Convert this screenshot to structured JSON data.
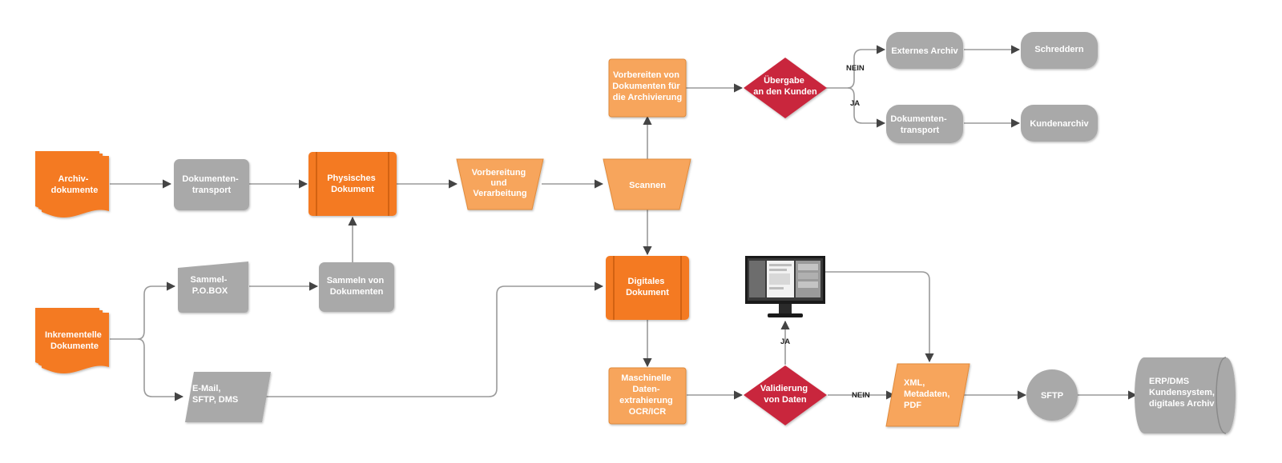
{
  "colors": {
    "orange_dark": "#f47a20",
    "orange_light": "#f7a55c",
    "gray_node": "#a9a9a9",
    "red_decision": "#c9283c",
    "connector": "#9a9a9a"
  },
  "nodes": {
    "archivdokumente": [
      "Archiv-",
      "dokumente"
    ],
    "dokumententransport_1": [
      "Dokumenten-",
      "transport"
    ],
    "physisches_dokument": [
      "Physisches",
      "Dokument"
    ],
    "vorbereitung": [
      "Vorbereitung",
      "und",
      "Verarbeitung"
    ],
    "scannen": [
      "Scannen"
    ],
    "vorbereiten_archivierung": [
      "Vorbereiten von",
      "Dokumenten für",
      "die Archivierung"
    ],
    "uebergabe_kunden": [
      "Übergabe",
      "an den Kunden"
    ],
    "externes_archiv": [
      "Externes Archiv"
    ],
    "schreddern": [
      "Schreddern"
    ],
    "dokumententransport_2": [
      "Dokumenten-",
      "transport"
    ],
    "kundenarchiv": [
      "Kundenarchiv"
    ],
    "inkrementelle_dokumente": [
      "Inkrementelle",
      "Dokumente"
    ],
    "sammel_pobox": [
      "Sammel-",
      "P.O.BOX"
    ],
    "sammeln_von_dokumenten": [
      "Sammeln von",
      "Dokumenten"
    ],
    "email_sftp_dms": [
      "E-Mail,",
      "SFTP, DMS"
    ],
    "digitales_dokument": [
      "Digitales",
      "Dokument"
    ],
    "maschinelle_extraktion": [
      "Maschinelle",
      "Daten-",
      "extrahierung",
      "OCR/ICR"
    ],
    "validierung": [
      "Validierung",
      "von Daten"
    ],
    "xml_metadaten_pdf": [
      "XML,",
      "Metadaten,",
      "PDF"
    ],
    "sftp": [
      "SFTP"
    ],
    "erp_dms": [
      "ERP/DMS",
      "Kundensystem,",
      "digitales Archiv"
    ]
  },
  "edge_labels": {
    "uebergabe_nein": "NEIN",
    "uebergabe_ja": "JA",
    "validierung_ja": "JA",
    "validierung_nein": "NEIN"
  },
  "icons": {
    "monitor": "computer-monitor-icon"
  }
}
